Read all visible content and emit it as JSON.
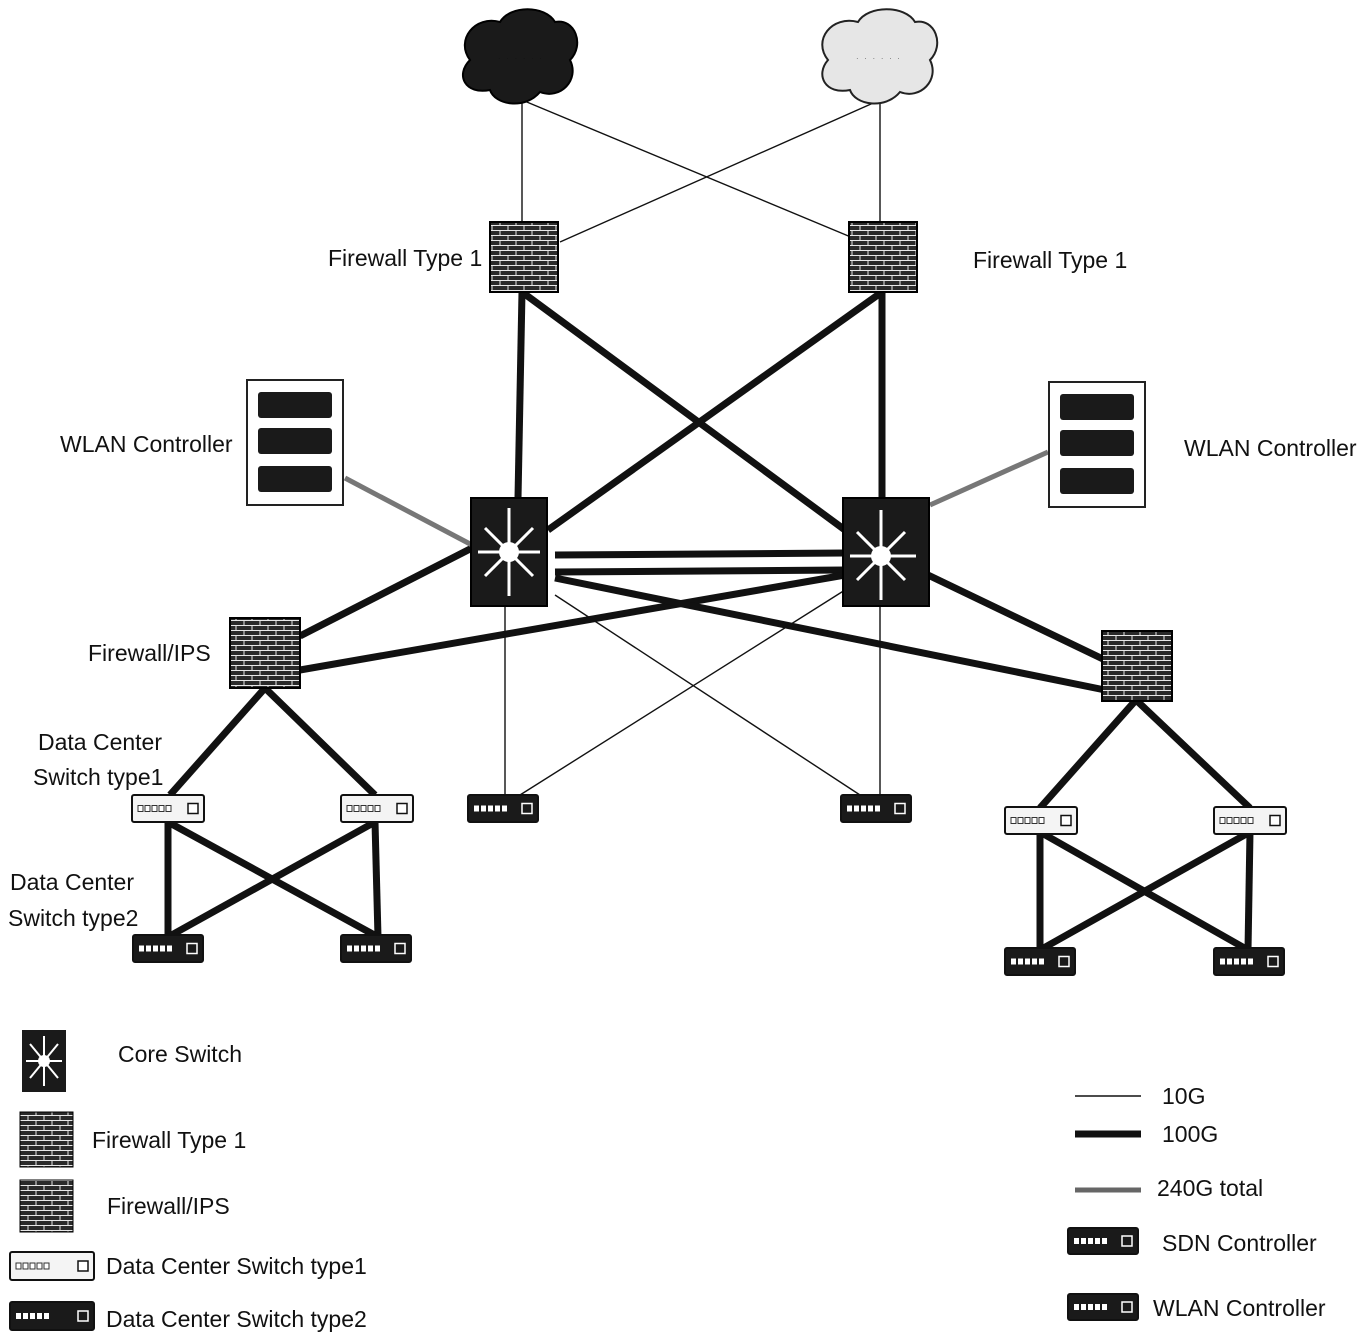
{
  "clouds": [
    {
      "id": "cloud-left",
      "label": "ᆞᆞᆞᆞᆞᆞ",
      "style": "dark"
    },
    {
      "id": "cloud-right",
      "label": "ᆞᆞᆞᆞᆞᆞ",
      "style": "light"
    }
  ],
  "labels": {
    "fw_top_left": "Firewall Type 1",
    "fw_top_right": "Firewall Type 1",
    "wlan_left": "WLAN Controller",
    "wlan_right": "WLAN Controller",
    "fw_ips_left": "Firewall/IPS",
    "dc_type1": "Data Center\nSwitch type1",
    "dc_type2": "Data Center\nSwitch type2"
  },
  "legend_left": [
    {
      "icon": "core",
      "label": "Core Switch"
    },
    {
      "icon": "firewall",
      "label": "Firewall Type 1"
    },
    {
      "icon": "firewall",
      "label": "Firewall/IPS"
    },
    {
      "icon": "dc1",
      "label": "Data Center Switch type1"
    },
    {
      "icon": "dc2",
      "label": "Data Center Switch type2"
    }
  ],
  "legend_right": [
    {
      "icon": "line-thin",
      "label": "10G"
    },
    {
      "icon": "line-thick",
      "label": "100G"
    },
    {
      "icon": "line-grey",
      "label": "240G total"
    },
    {
      "icon": "dc2",
      "label": "SDN Controller"
    },
    {
      "icon": "dc2",
      "label": "WLAN Controller"
    }
  ],
  "colors": {
    "ink": "#111111",
    "link_grey": "#777777",
    "cloud_light": "#e6e6e6"
  }
}
